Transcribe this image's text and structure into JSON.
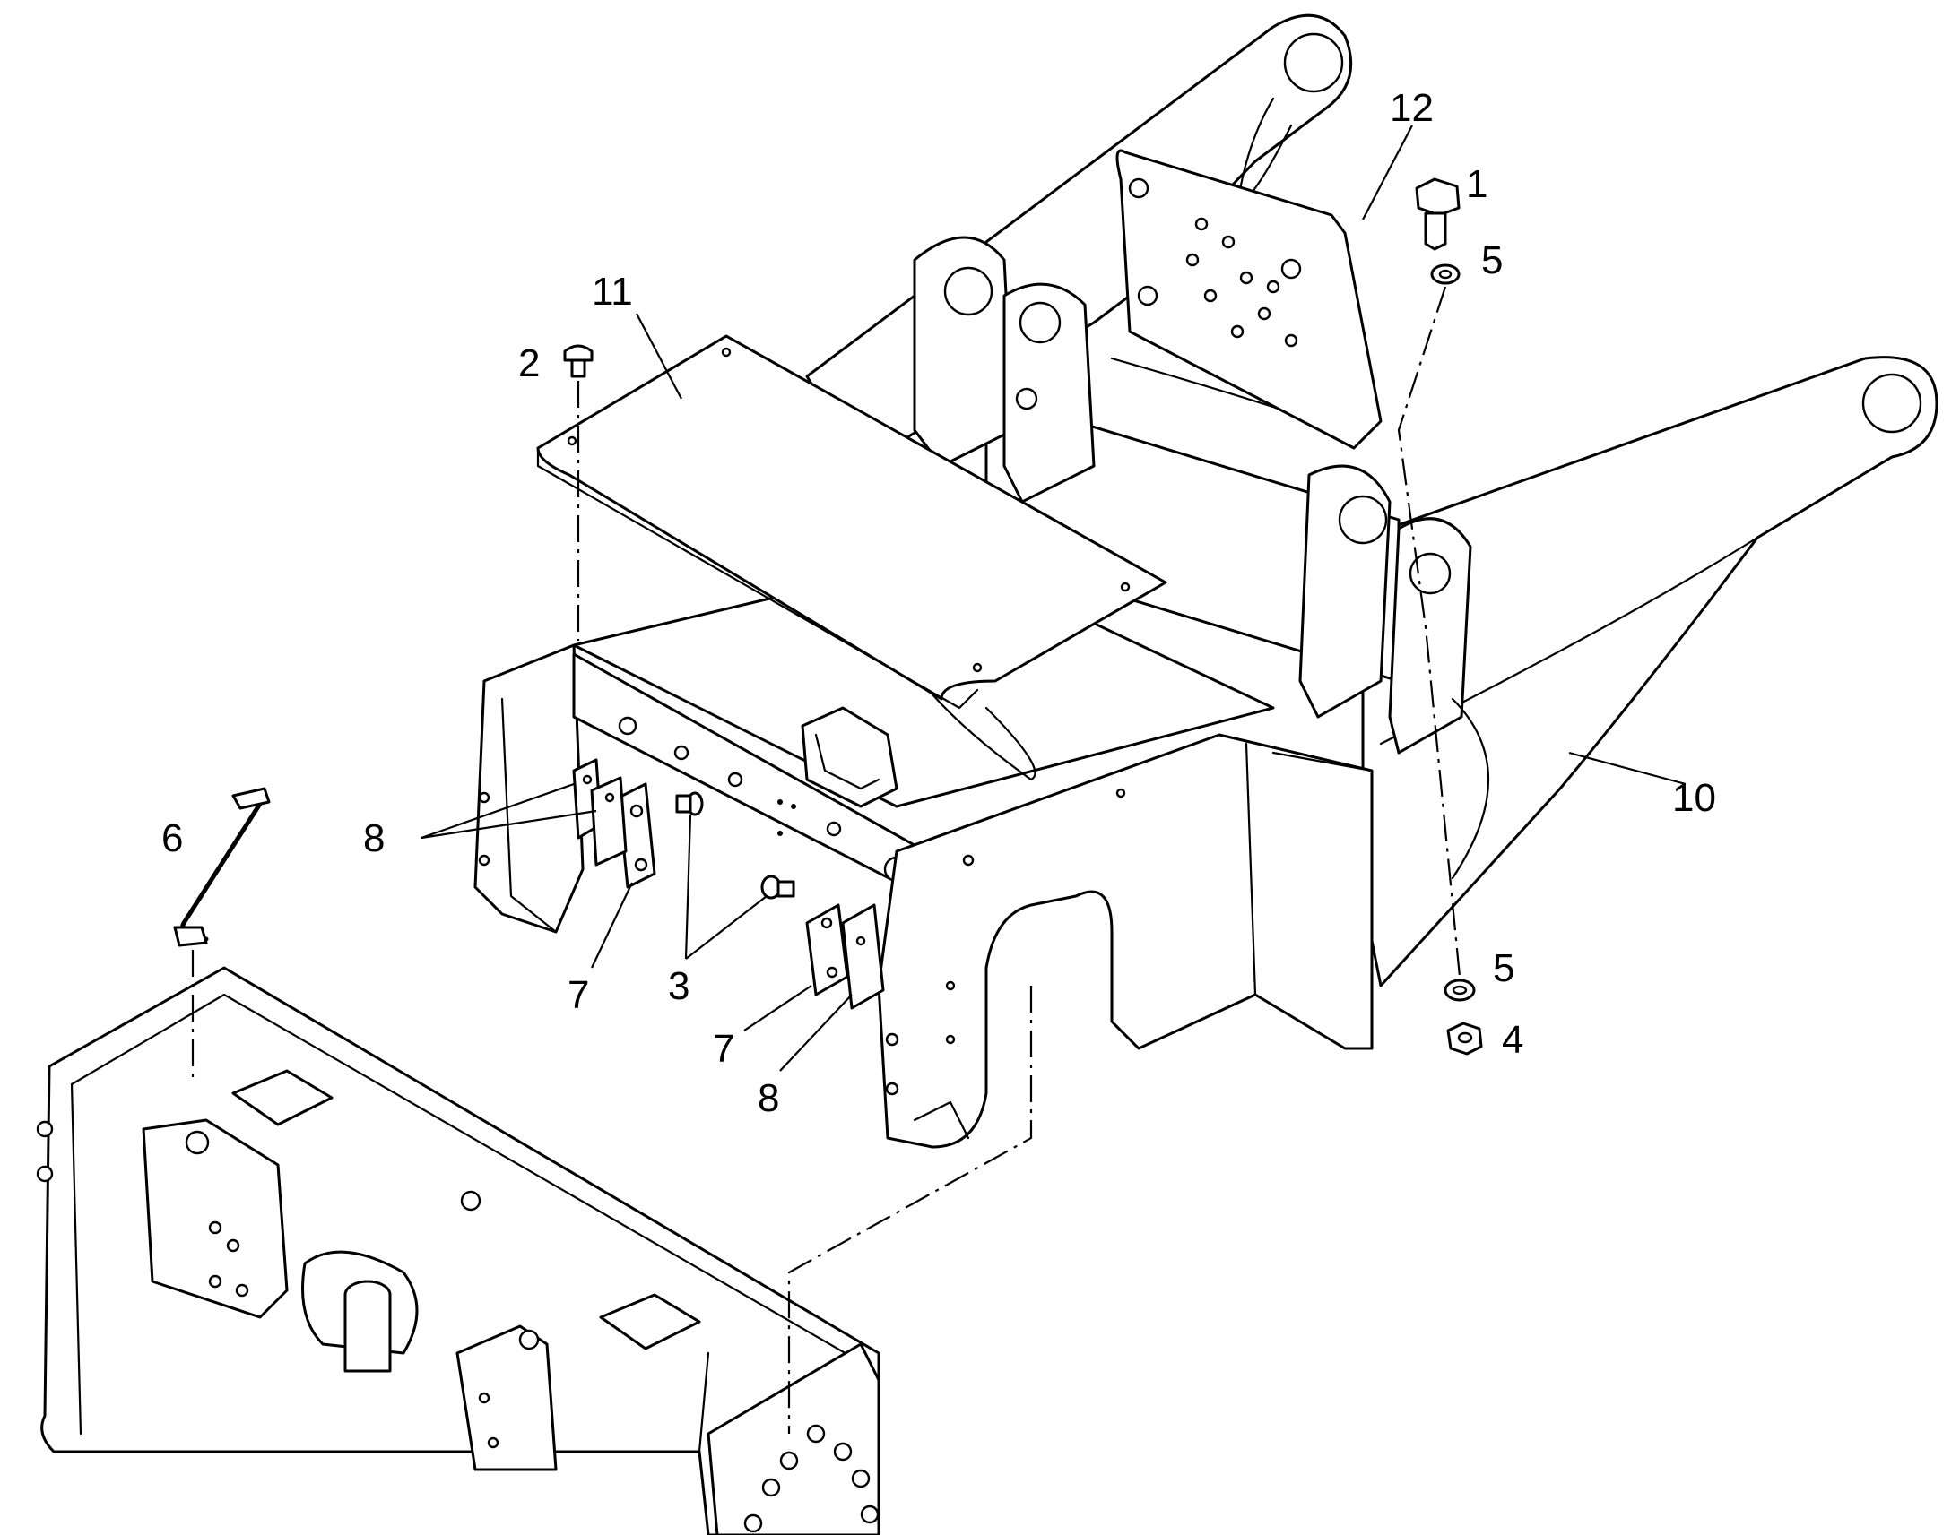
{
  "diagram": {
    "callouts": [
      {
        "id": "c1",
        "text": "1"
      },
      {
        "id": "c2",
        "text": "2"
      },
      {
        "id": "c3",
        "text": "3"
      },
      {
        "id": "c4",
        "text": "4"
      },
      {
        "id": "c5a",
        "text": "5"
      },
      {
        "id": "c5b",
        "text": "5"
      },
      {
        "id": "c6",
        "text": "6"
      },
      {
        "id": "c7a",
        "text": "7"
      },
      {
        "id": "c7b",
        "text": "7"
      },
      {
        "id": "c8a",
        "text": "8"
      },
      {
        "id": "c8b",
        "text": "8"
      },
      {
        "id": "c10",
        "text": "10"
      },
      {
        "id": "c11",
        "text": "11"
      },
      {
        "id": "c12",
        "text": "12"
      }
    ]
  }
}
